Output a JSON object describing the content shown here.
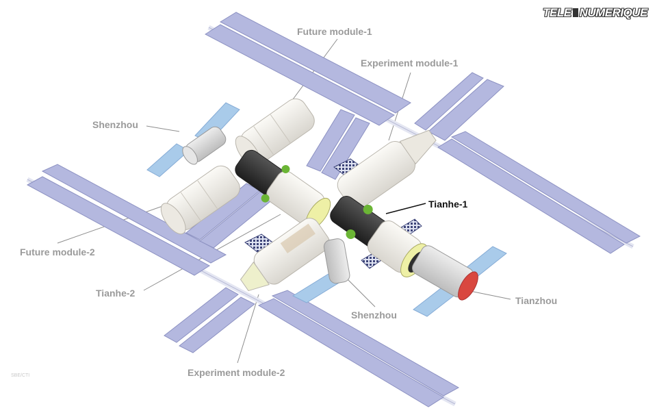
{
  "watermark": {
    "left": "TELE",
    "right": "NUMERIQUE"
  },
  "credit": "SBE/CTI",
  "labels": {
    "future_module_1": "Future module-1",
    "experiment_module_1": "Experiment module-1",
    "shenzhou_top": "Shenzhou",
    "tianhe_1": "Tianhe-1",
    "future_module_2": "Future module-2",
    "tianhe_2": "Tianhe-2",
    "shenzhou_bottom": "Shenzhou",
    "tianzhou": "Tianzhou",
    "experiment_module_2": "Experiment module-2"
  },
  "colors": {
    "panel_fill": "#b4b8df",
    "panel_stroke": "#8c91c2",
    "truss": "#e4e6f2",
    "module": "#f2f0ea",
    "module_shade": "#d6d3cc",
    "core_dark": "#2e2e2e",
    "ring_green": "#6bb535",
    "ring_yellow": "#eef0a6",
    "small_panel": "#a9cbea",
    "grid_panel": "#3d4478",
    "thruster_red": "#d9473f",
    "label_grey": "#9a9a9a",
    "label_dark": "#111111"
  }
}
